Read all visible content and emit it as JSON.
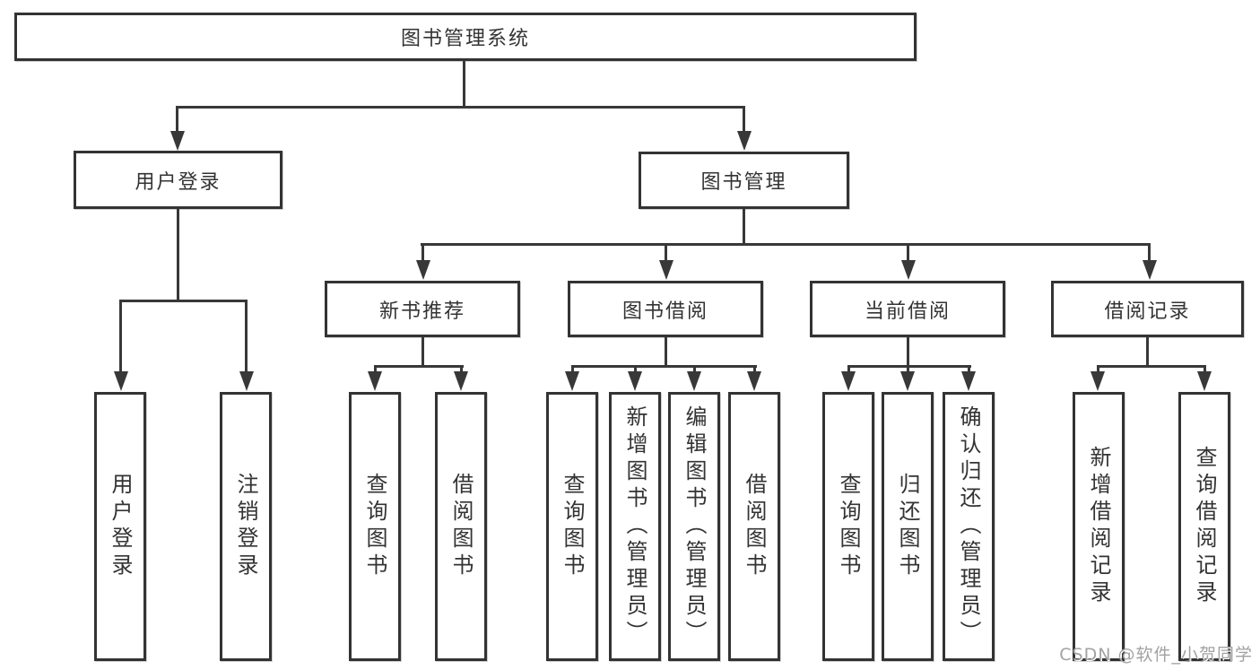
{
  "diagram": {
    "root": {
      "label": "图书管理系统"
    },
    "level2": {
      "user_login": {
        "label": "用户登录"
      },
      "book_mgmt": {
        "label": "图书管理"
      }
    },
    "level3": {
      "new_books": {
        "label": "新书推荐"
      },
      "book_borrow": {
        "label": "图书借阅"
      },
      "current_borrow": {
        "label": "当前借阅"
      },
      "borrow_records": {
        "label": "借阅记录"
      }
    },
    "leaves": {
      "user_login": [
        "用户登录",
        "注销登录"
      ],
      "new_books": [
        "查询图书",
        "借阅图书"
      ],
      "book_borrow": [
        "查询图书",
        "新增图书（管理员）",
        "编辑图书（管理员）",
        "借阅图书"
      ],
      "current_borrow": [
        "查询图书",
        "归还图书",
        "确认归还（管理员）"
      ],
      "borrow_records": [
        "新增借阅记录",
        "查询借阅记录"
      ]
    }
  },
  "watermark": {
    "text": "CSDN @软件_小贺同学"
  },
  "colors": {
    "line": "#383838",
    "border": "#333333",
    "text": "#333333",
    "watermark_text": "#a2a2a2",
    "background": "#ffffff"
  }
}
